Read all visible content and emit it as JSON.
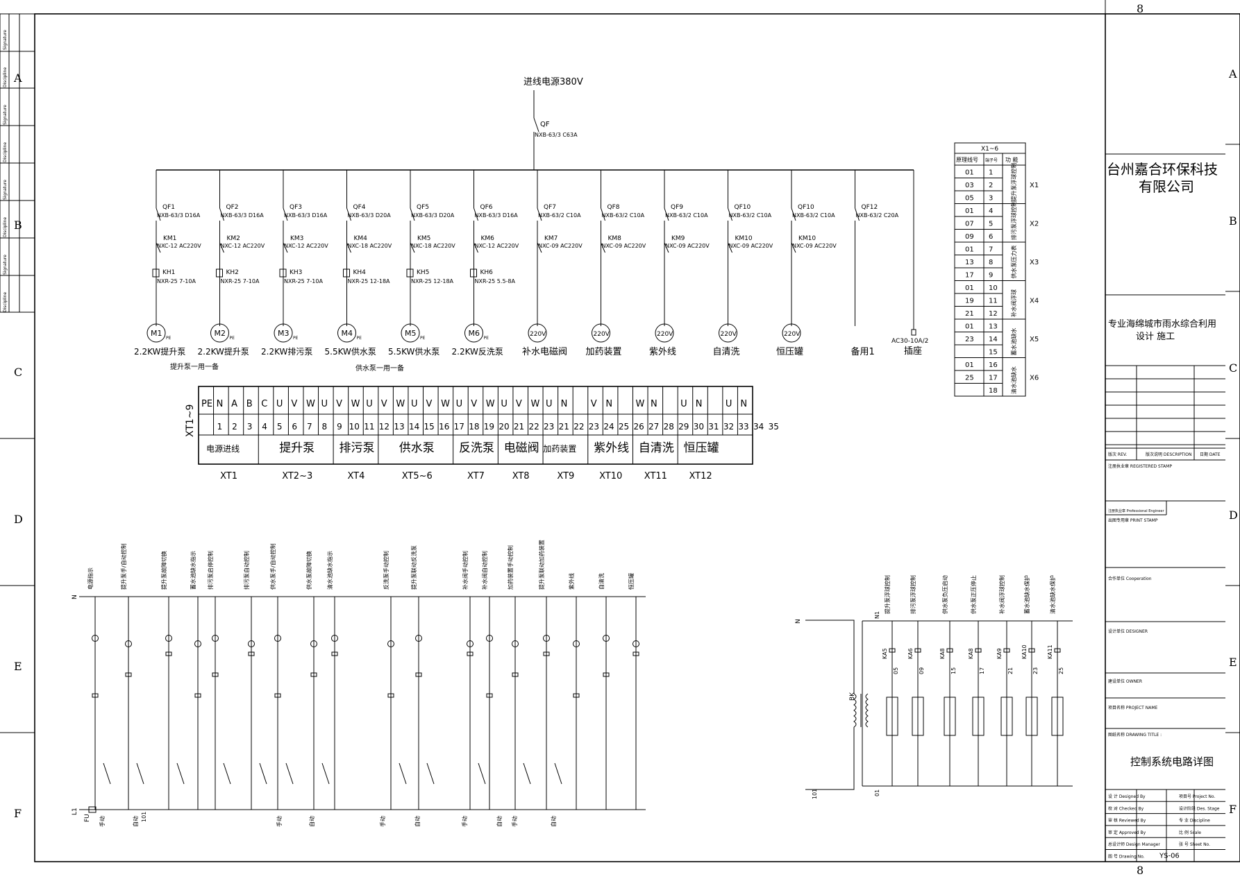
{
  "sheet": {
    "page_number": "8",
    "rows": [
      "A",
      "B",
      "C",
      "D",
      "E",
      "F"
    ],
    "incoming_power": "进线电源380V",
    "main_breaker": {
      "tag": "QF",
      "model": "NXB-63/3 C63A"
    }
  },
  "branches": [
    {
      "qf": "QF1",
      "qf_model": "NXB-63/3 D16A",
      "km": "KM1",
      "km_model": "NXC-12 AC220V",
      "kh": "KH1",
      "kh_model": "NXR-25 7-10A",
      "load": "M1",
      "label": "2.2KW提升泵",
      "motor": true
    },
    {
      "qf": "QF2",
      "qf_model": "NXB-63/3 D16A",
      "km": "KM2",
      "km_model": "NXC-12 AC220V",
      "kh": "KH2",
      "kh_model": "NXR-25 7-10A",
      "load": "M2",
      "label": "2.2KW提升泵",
      "motor": true
    },
    {
      "qf": "QF3",
      "qf_model": "NXB-63/3 D16A",
      "km": "KM3",
      "km_model": "NXC-12 AC220V",
      "kh": "KH3",
      "kh_model": "NXR-25 7-10A",
      "load": "M3",
      "label": "2.2KW排污泵",
      "motor": true
    },
    {
      "qf": "QF4",
      "qf_model": "NXB-63/3 D20A",
      "km": "KM4",
      "km_model": "NXC-18 AC220V",
      "kh": "KH4",
      "kh_model": "NXR-25 12-18A",
      "load": "M4",
      "label": "5.5KW供水泵",
      "motor": true
    },
    {
      "qf": "QF5",
      "qf_model": "NXB-63/3 D20A",
      "km": "KM5",
      "km_model": "NXC-18 AC220V",
      "kh": "KH5",
      "kh_model": "NXR-25 12-18A",
      "load": "M5",
      "label": "5.5KW供水泵",
      "motor": true
    },
    {
      "qf": "QF6",
      "qf_model": "NXB-63/3 D16A",
      "km": "KM6",
      "km_model": "NXC-12 AC220V",
      "kh": "KH6",
      "kh_model": "NXR-25 5.5-8A",
      "load": "M6",
      "label": "2.2KW反洗泵",
      "motor": true
    },
    {
      "qf": "QF7",
      "qf_model": "NXB-63/2 C10A",
      "km": "KM7",
      "km_model": "NXC-09 AC220V",
      "kh": "",
      "kh_model": "",
      "load": "220V",
      "label": "补水电磁阀",
      "motor": false
    },
    {
      "qf": "QF8",
      "qf_model": "NXB-63/2 C10A",
      "km": "KM8",
      "km_model": "NXC-09 AC220V",
      "kh": "",
      "kh_model": "",
      "load": "220V",
      "label": "加药装置",
      "motor": false
    },
    {
      "qf": "QF9",
      "qf_model": "NXB-63/2 C10A",
      "km": "KM9",
      "km_model": "NXC-09 AC220V",
      "kh": "",
      "kh_model": "",
      "load": "220V",
      "label": "紫外线",
      "motor": false
    },
    {
      "qf": "QF10",
      "qf_model": "NXB-63/2 C10A",
      "km": "KM10",
      "km_model": "NXC-09 AC220V",
      "kh": "",
      "kh_model": "",
      "load": "220V",
      "label": "自清洗",
      "motor": false
    },
    {
      "qf": "QF10",
      "qf_model": "NXB-63/2 C10A",
      "km": "KM10",
      "km_model": "NXC-09 AC220V",
      "kh": "",
      "kh_model": "",
      "load": "220V",
      "label": "恒压罐",
      "motor": false
    },
    {
      "qf": "QF12",
      "qf_model": "NXB-63/2 C20A",
      "km": "",
      "km_model": "",
      "kh": "",
      "kh_model": "",
      "load": "",
      "label": "备用1",
      "motor": false
    }
  ],
  "socket": {
    "model": "AC30-10A/2",
    "label": "插座"
  },
  "pe_mark": "PE",
  "notes": {
    "lift_pumps": "提升泵一用一备",
    "supply_pumps": "供水泵一用一备"
  },
  "terminal_strip": {
    "title": "XT1~9",
    "signals": [
      "PE",
      "N",
      "A",
      "B",
      "C",
      "U",
      "V",
      "W",
      "U",
      "V",
      "W",
      "U",
      "V",
      "W",
      "U",
      "V",
      "W",
      "U",
      "V",
      "W",
      "U",
      "V",
      "W",
      "U",
      "N",
      "",
      "V",
      "N",
      "",
      "W",
      "N",
      "",
      "U",
      "N",
      "",
      "U",
      "N"
    ],
    "numbers": [
      "",
      "1",
      "2",
      "3",
      "4",
      "5",
      "6",
      "7",
      "8",
      "9",
      "10",
      "11",
      "12",
      "13",
      "14",
      "15",
      "16",
      "17",
      "18",
      "19",
      "20",
      "21",
      "22",
      "23",
      "21",
      "22",
      "23",
      "24",
      "25",
      "26",
      "27",
      "28",
      "29",
      "30",
      "31",
      "32",
      "33",
      "34",
      "35"
    ],
    "groups": [
      "电源进线",
      "提升泵",
      "排污泵",
      "供水泵",
      "反洗泵",
      "电磁阀",
      "加药装置",
      "紫外线",
      "自清洗",
      "恒压罐"
    ],
    "group_tags": [
      "XT1",
      "XT2~3",
      "XT4",
      "XT5~6",
      "XT7",
      "XT8",
      "XT9",
      "XT10",
      "XT11",
      "XT12"
    ]
  },
  "float_table": {
    "title": "X1~6",
    "headers": [
      "原理线号",
      "端子号",
      "功 能"
    ],
    "rows": [
      [
        "01",
        "1"
      ],
      [
        "03",
        "2"
      ],
      [
        "05",
        "3"
      ],
      [
        "01",
        "4"
      ],
      [
        "07",
        "5"
      ],
      [
        "09",
        "6"
      ],
      [
        "01",
        "7"
      ],
      [
        "13",
        "8"
      ],
      [
        "17",
        "9"
      ],
      [
        "01",
        "10"
      ],
      [
        "19",
        "11"
      ],
      [
        "21",
        "12"
      ],
      [
        "01",
        "13"
      ],
      [
        "23",
        "14"
      ],
      [
        "",
        "15"
      ],
      [
        "01",
        "16"
      ],
      [
        "25",
        "17"
      ],
      [
        "",
        "18"
      ]
    ],
    "functions": [
      "提升泵浮球控制",
      "排污泵浮球控制",
      "供水泵压力表",
      "补水阀浮球",
      "蓄水池缺水",
      "清水池缺水"
    ],
    "groups": [
      "X1",
      "X2",
      "X3",
      "X4",
      "X5",
      "X6"
    ]
  },
  "control_left": {
    "rails": {
      "top": "N",
      "bottom": "L1",
      "fuse": "FU"
    },
    "labels": [
      "电源指示",
      "提升泵手/自动控制",
      "提升泵故障切换",
      "蓄水池缺水指示",
      "排污泵启停控制",
      "排污泵自动控制",
      "供水泵手/自动控制",
      "供水泵故障切换",
      "清水池缺水指示",
      "反洗泵手动控制",
      "提升泵联动反洗泵",
      "补水阀手动控制",
      "补水阀自动控制",
      "加药装置手动控制",
      "提升泵联动加药装置",
      "紫外线",
      "自清洗",
      "恒压罐"
    ],
    "bottom_labels": [
      "手动",
      "自动",
      "手动",
      "自动",
      "手动",
      "自动",
      "手动",
      "自动",
      "手动",
      "自动"
    ],
    "wire_no": "101"
  },
  "control_right": {
    "rails": {
      "top": "N",
      "bottom": "101"
    },
    "transformer": "BK",
    "labels": [
      "提升泵浮球控制",
      "排污泵浮球控制",
      "供水泵负压启动",
      "供水泵正压停止",
      "补水阀浮球控制",
      "蓄水池缺水保护",
      "清水池缺水保护"
    ],
    "relays": [
      "KA5",
      "KA6",
      "KA8",
      "KA8",
      "KA9",
      "KA10",
      "KA11"
    ],
    "wires": [
      "05",
      "09",
      "15",
      "17",
      "21",
      "23",
      "25"
    ],
    "wire_top": "N1",
    "wire_bottom": "01"
  },
  "title_block": {
    "company": "台州嘉合环保科技有限公司",
    "company_line1": "台州嘉合环保科技",
    "company_line2": "有限公司",
    "qualification_line1": "专业海绵城市雨水综合利用",
    "qualification_line2": "设计          施工",
    "revision_headers": [
      "版次 REV.",
      "版次说明 DESCRIPTION",
      "日期 DATE"
    ],
    "registered_stamp": "注册执业章 REGISTERED STAMP",
    "professional_engineer": "注册执业章 Professional Engineer",
    "print_stamp": "出图专用章 PRINT STAMP",
    "cooperation": "合作单位 Cooperation",
    "designer": "设计单位 DESIGNER",
    "owner": "建设单位 OWNER",
    "project_name": "项目名称 PROJECT NAME",
    "drawing_title_label": "图纸名称 DRAWING TITLE :",
    "drawing_title": "控制系统电路详图",
    "sign_rows": [
      [
        "设 计 Designed By",
        "项目号 Project No."
      ],
      [
        "校 对 Checked By",
        "设计阶段 Des. Stage"
      ],
      [
        "审 核 Reviewed By",
        "专 业 Discipline"
      ],
      [
        "审 定 Approved By",
        "比 例 Scale"
      ],
      [
        "总设计师 Design Manager",
        "张 号 Sheet No."
      ],
      [
        "图 号 Drawing No.",
        "YS-06"
      ]
    ]
  },
  "left_strip": {
    "labels": [
      "Signature",
      "Discipline",
      "Signature",
      "Discipline",
      "Signature",
      "Discipline",
      "Signature",
      "Discipline"
    ]
  }
}
